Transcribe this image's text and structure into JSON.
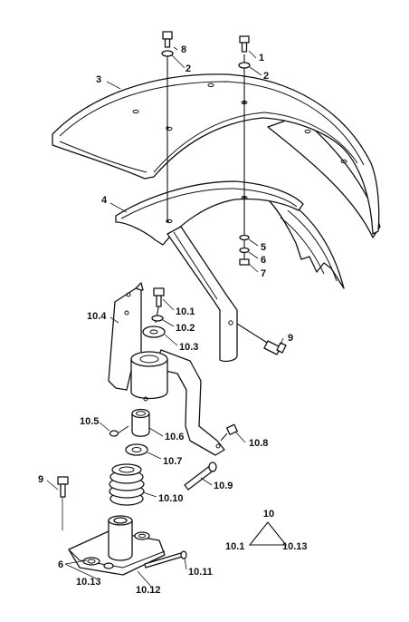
{
  "labels": {
    "l1": "1",
    "l2a": "2",
    "l2b": "2",
    "l3": "3",
    "l4": "4",
    "l5": "5",
    "l6": "6",
    "l7": "7",
    "l8": "8",
    "l9a": "9",
    "l9b": "9",
    "l10_1": "10.1",
    "l10_2": "10.2",
    "l10_3": "10.3",
    "l10_4": "10.4",
    "l10_5": "10.5",
    "l10_6": "10.6",
    "l10_7": "10.7",
    "l10_8": "10.8",
    "l10_9": "10.9",
    "l10_10": "10.10",
    "l10_11": "10.11",
    "l10_12": "10.12",
    "l10_13": "10.13",
    "l6b": "6"
  },
  "legend": {
    "top": "10",
    "left": "10.1",
    "right": "10.13"
  }
}
